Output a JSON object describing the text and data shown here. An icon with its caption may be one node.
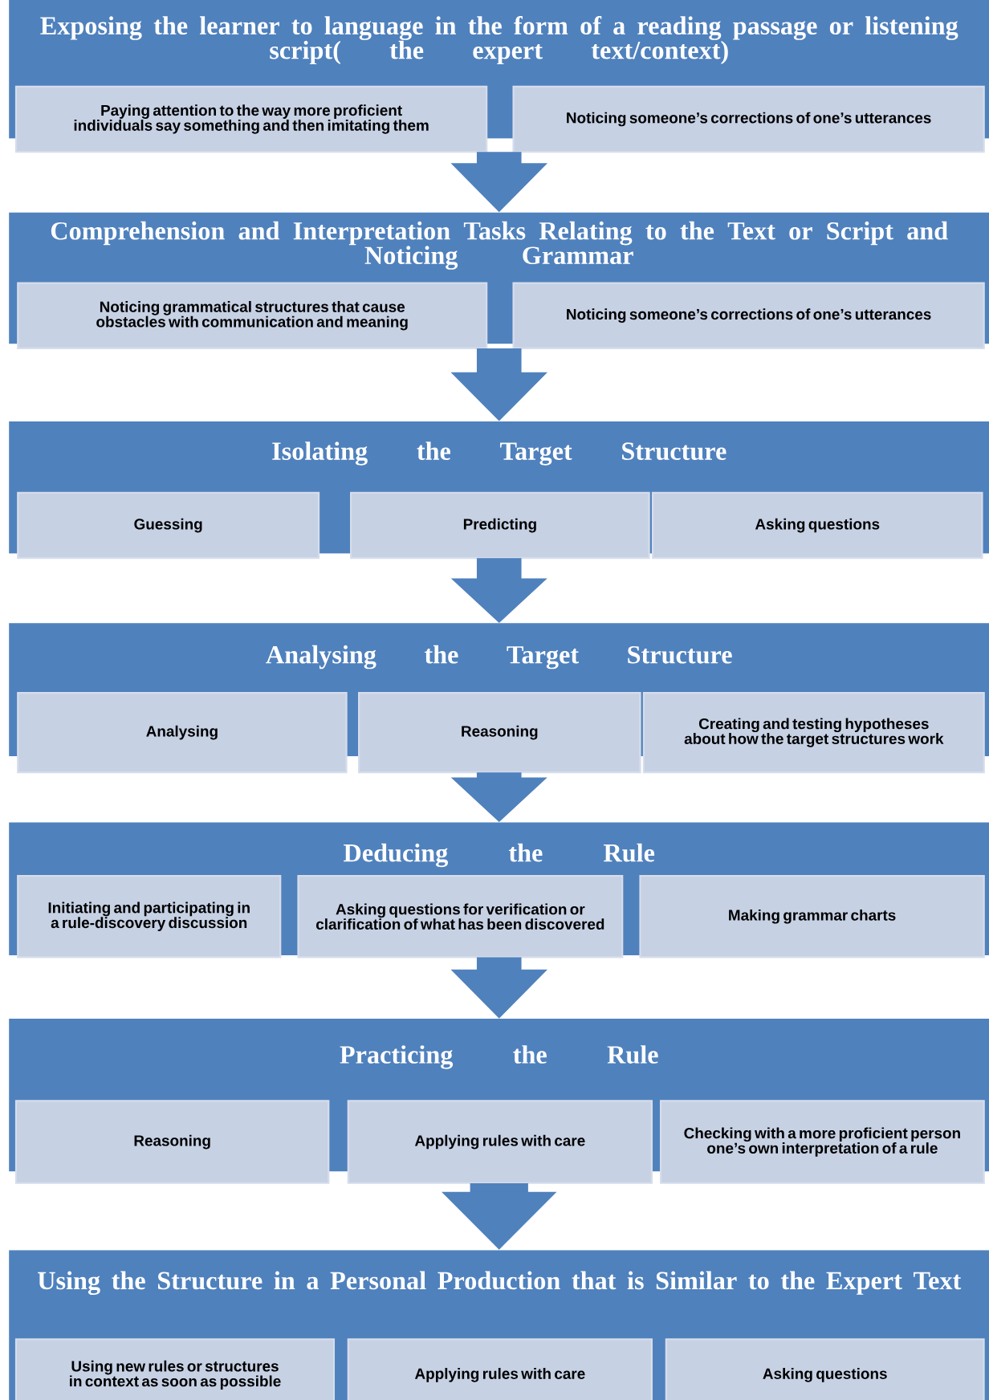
{
  "diagram": {
    "nodes": [
      {
        "text": [
          "Exposing the learner to language in the form of a reading passage or listening script( the expert text/context)"
        ]
      },
      {
        "text": [
          "Paying attention to the way more proficient individuals say something and then imitating them"
        ],
        "in": 0
      },
      {
        "text": [
          "Noticing someone’s corrections of one’s utterances"
        ],
        "in": 0
      },
      {
        "text": [
          "Comprehension and Interpretation Tasks Relating to the Text or Script and Noticing Grammar"
        ]
      },
      {
        "text": [
          "Noticing grammatical structures that cause obstacles with communication and meaning"
        ],
        "in": 3
      },
      {
        "text": [
          "Noticing someone’s corrections of one’s utterances"
        ],
        "in": 3
      },
      {
        "text": [
          "Isolating the Target Structure"
        ]
      },
      {
        "text": [
          "Guessing"
        ],
        "in": 6
      },
      {
        "text": [
          "Predicting"
        ],
        "in": 6
      },
      {
        "text": [
          "Asking questions"
        ],
        "in": 6
      },
      {
        "text": [
          "Analysing the Target Structure"
        ]
      },
      {
        "text": [
          "Analysing"
        ],
        "in": 10
      },
      {
        "text": [
          "Reasoning"
        ],
        "in": 10
      },
      {
        "text": [
          "Creating and testing hypotheses about how the target structures work"
        ],
        "in": 10
      },
      {
        "text": [
          "Deducing the Rule"
        ]
      },
      {
        "text": [
          "Initiating and participating in a rule-discovery discussion"
        ],
        "in": 14
      },
      {
        "text": [
          "Asking questions for verification or clarification of what has been discovered"
        ],
        "in": 14
      },
      {
        "text": [
          "Making grammar charts"
        ],
        "in": 14
      },
      {
        "text": [
          "Practicing the Rule"
        ]
      },
      {
        "text": [
          "Reasoning"
        ],
        "in": 18
      },
      {
        "text": [
          "Applying rules with care"
        ],
        "in": 18
      },
      {
        "text": [
          "Checking with a more proficient person one’s own interpretation of a rule"
        ],
        "in": 18
      },
      {
        "text": [
          "Using the Structure in a Personal Production that is Similar to the Expert Text"
        ]
      },
      {
        "text": [
          "Using new rules or structures in context as soon as possible"
        ],
        "in": 22
      },
      {
        "text": [
          "Applying rules with care"
        ],
        "in": 22
      },
      {
        "text": [
          "Asking questions"
        ],
        "in": 22
      }
    ],
    "edges": [
      {
        "from": 0,
        "to": 3,
        "arrow": "to"
      },
      {
        "from": 3,
        "to": 6,
        "arrow": "to"
      },
      {
        "from": 6,
        "to": 10,
        "arrow": "to"
      },
      {
        "from": 10,
        "to": 14,
        "arrow": "to"
      },
      {
        "from": 14,
        "to": 18,
        "arrow": "to"
      },
      {
        "from": 18,
        "to": 22,
        "arrow": "to"
      }
    ]
  }
}
